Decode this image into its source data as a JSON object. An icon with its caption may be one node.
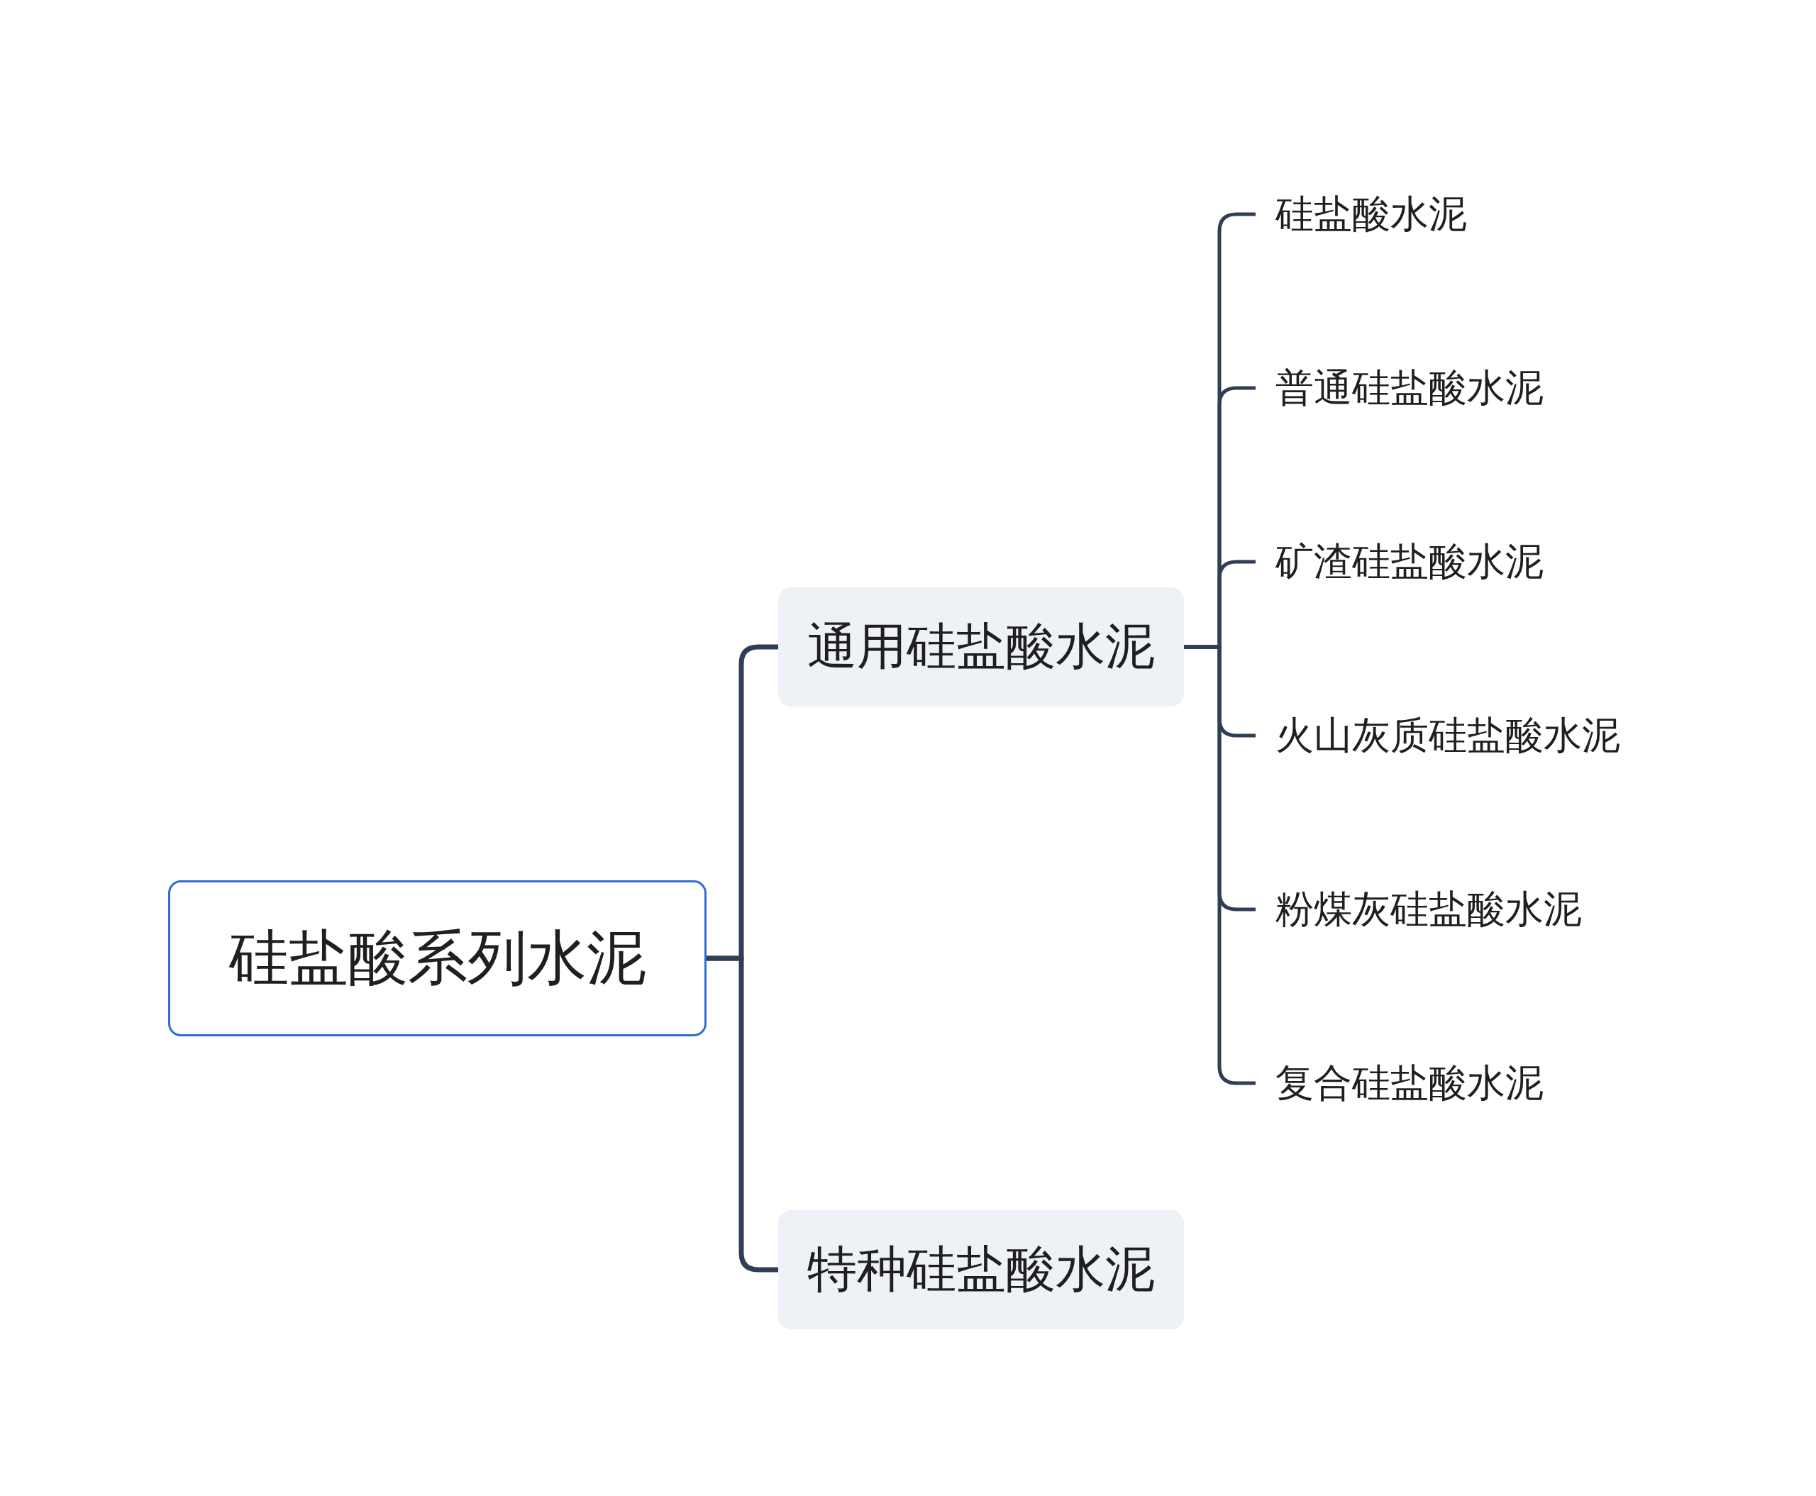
{
  "diagram": {
    "nodes": [
      {
        "text": [
          "硅盐酸系列水泥"
        ]
      },
      {
        "text": [
          "通用硅盐酸水泥"
        ]
      },
      {
        "text": [
          "特种硅盐酸水泥"
        ]
      },
      {
        "text": [
          "硅盐酸水泥"
        ]
      },
      {
        "text": [
          "普通硅盐酸水泥"
        ]
      },
      {
        "text": [
          "矿渣硅盐酸水泥"
        ]
      },
      {
        "text": [
          "火山灰质硅盐酸水泥"
        ]
      },
      {
        "text": [
          "粉煤灰硅盐酸水泥"
        ]
      },
      {
        "text": [
          "复合硅盐酸水泥"
        ]
      }
    ],
    "edges": [
      {
        "from": 0,
        "to": 1,
        "arrow": "none"
      },
      {
        "from": 0,
        "to": 2,
        "arrow": "none"
      },
      {
        "from": 1,
        "to": 3,
        "arrow": "none"
      },
      {
        "from": 1,
        "to": 4,
        "arrow": "none"
      },
      {
        "from": 1,
        "to": 5,
        "arrow": "none"
      },
      {
        "from": 1,
        "to": 6,
        "arrow": "none"
      },
      {
        "from": 1,
        "to": 7,
        "arrow": "none"
      },
      {
        "from": 1,
        "to": 8,
        "arrow": "none"
      }
    ]
  }
}
